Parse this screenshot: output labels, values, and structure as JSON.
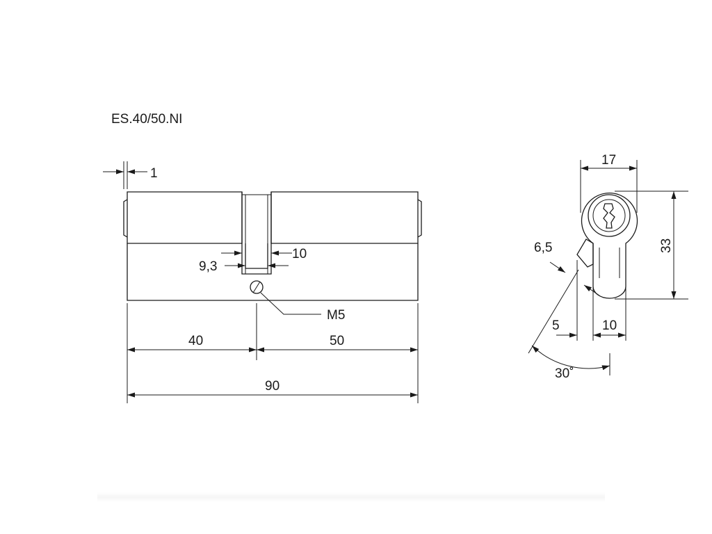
{
  "title": "ES.40/50.NI",
  "dims": {
    "d_1": "1",
    "d_9_3": "9,3",
    "d_10_slot": "10",
    "d_m5": "M5",
    "d_40": "40",
    "d_50": "50",
    "d_90": "90",
    "d_17": "17",
    "d_33": "33",
    "d_6_5": "6,5",
    "d_5": "5",
    "d_10_profile": "10",
    "d_30deg": "30˚"
  }
}
